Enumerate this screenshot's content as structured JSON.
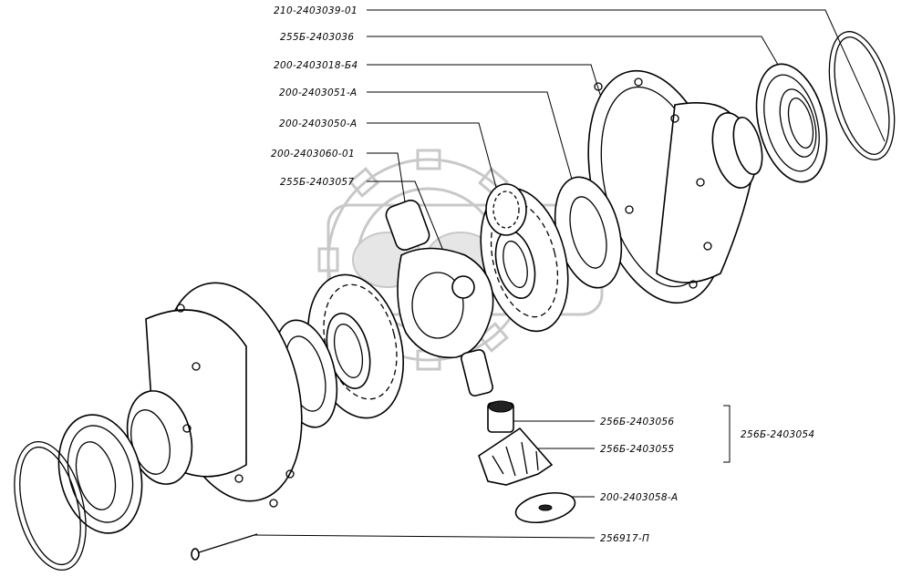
{
  "callouts": [
    {
      "id": "c1",
      "text": "210-2403039-01"
    },
    {
      "id": "c2",
      "text": "255Б-2403036"
    },
    {
      "id": "c3",
      "text": "200-2403018-Б4"
    },
    {
      "id": "c4",
      "text": "200-2403051-А"
    },
    {
      "id": "c5",
      "text": "200-2403050-А"
    },
    {
      "id": "c6",
      "text": "200-2403060-01"
    },
    {
      "id": "c7",
      "text": "255Б-2403057"
    },
    {
      "id": "c8",
      "text": "256Б-2403056"
    },
    {
      "id": "c9",
      "text": "256Б-2403055"
    },
    {
      "id": "c10",
      "text": "200-2403058-А"
    },
    {
      "id": "c11",
      "text": "256917-П"
    }
  ],
  "group": {
    "text": "256Б-2403054"
  }
}
